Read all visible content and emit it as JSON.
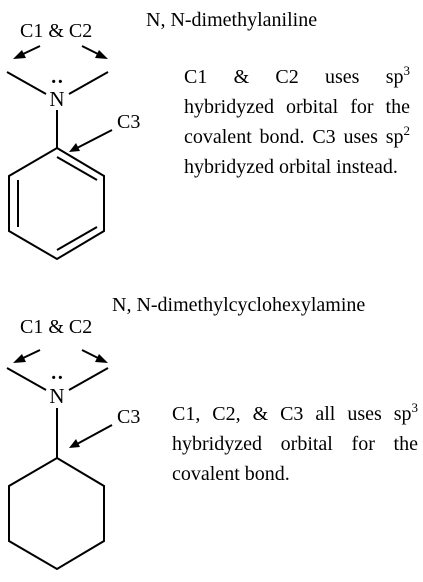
{
  "molecule_1": {
    "name": "N, N-dimethylaniline",
    "carbon_pair_label": "C1 & C2",
    "nitrogen": "N",
    "lone_pair": "··",
    "carbon3_label": "C3",
    "description": {
      "part_1": "C1 & C2 uses sp",
      "sup_1": "3",
      "part_2": " hybridyzed orbital for the covalent bond. C3 uses sp",
      "sup_2": "2",
      "part_3": " hybridyzed orbital instead."
    }
  },
  "molecule_2": {
    "name": "N, N-dimethylcyclohexylamine",
    "carbon_pair_label": "C1 & C2",
    "nitrogen": "N",
    "lone_pair": "··",
    "carbon3_label": "C3",
    "description": {
      "part_1": "C1, C2, & C3 all uses sp",
      "sup_1": "3",
      "part_2": " hybridyzed orbital for the covalent bond."
    }
  }
}
